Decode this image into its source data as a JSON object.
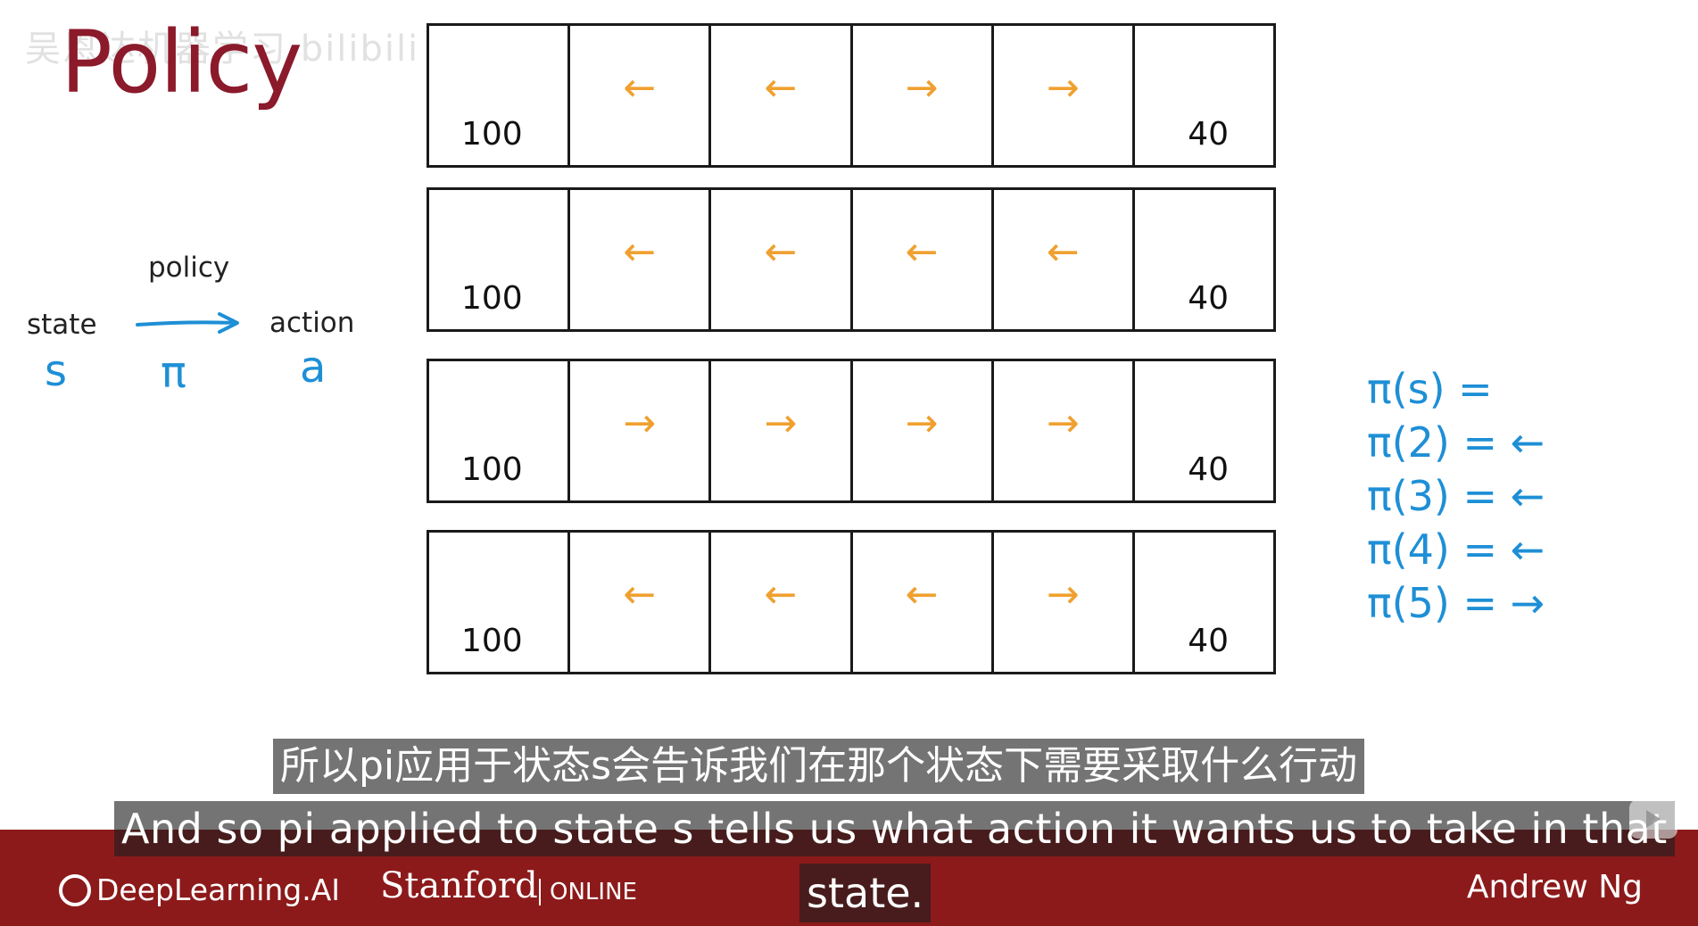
{
  "slide": {
    "watermark": "吴恩达机器学习 bilibili",
    "title": "Policy",
    "legend": {
      "policy_label": "policy",
      "state_label": "state",
      "action_label": "action",
      "state_symbol": "s",
      "policy_symbol": "π",
      "action_symbol": "a"
    },
    "grids": [
      {
        "left_value": "100",
        "arrows": [
          "←",
          "←",
          "→",
          "→"
        ],
        "right_value": "40"
      },
      {
        "left_value": "100",
        "arrows": [
          "←",
          "←",
          "←",
          "←"
        ],
        "right_value": "40"
      },
      {
        "left_value": "100",
        "arrows": [
          "→",
          "→",
          "→",
          "→"
        ],
        "right_value": "40"
      },
      {
        "left_value": "100",
        "arrows": [
          "←",
          "←",
          "←",
          "→"
        ],
        "right_value": "40"
      }
    ],
    "pi_lines": [
      "π(s) =",
      "π(2) = ←",
      "π(3) = ←",
      "π(4) = ←",
      "π(5) = →"
    ],
    "colors": {
      "title": "#8b1a2b",
      "handwriting_blue": "#1e8fd6",
      "arrow_orange": "#f0a030",
      "footer_red": "#8c1a1a"
    }
  },
  "subtitles": {
    "chinese": "所以pi应用于状态s会告诉我们在那个状态下需要采取什么行动",
    "english_line1": "And so pi applied to state s tells us what action it wants us to take in that",
    "english_line2": "state."
  },
  "footer": {
    "deeplearning_logo": "DeepLearning.AI",
    "stanford": "Stanford",
    "online": "ONLINE",
    "presenter": "Andrew Ng"
  }
}
